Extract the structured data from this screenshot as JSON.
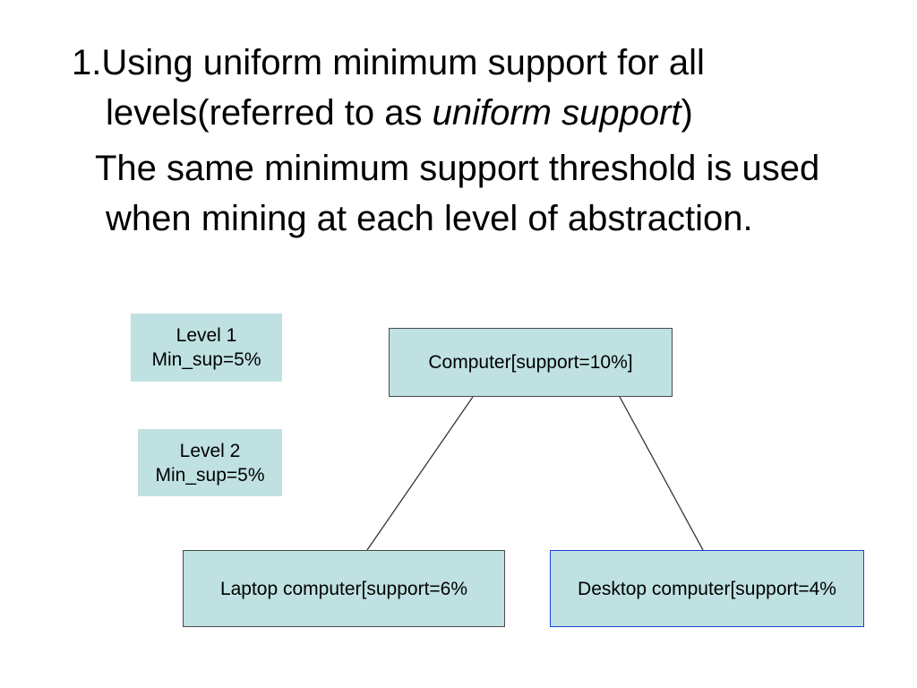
{
  "text": {
    "item1_prefix": "1.Using uniform minimum support for all levels(referred to as ",
    "item1_italic": "uniform support",
    "item1_suffix": ")",
    "item2": "The same minimum support threshold is used when mining at each level of abstraction."
  },
  "legend": {
    "level1": {
      "title": "Level 1",
      "min_sup": "Min_sup=5%"
    },
    "level2": {
      "title": "Level 2",
      "min_sup": "Min_sup=5%"
    }
  },
  "tree": {
    "root": "Computer[support=10%]",
    "children": [
      {
        "label": "Laptop computer[support=6%"
      },
      {
        "label": "Desktop computer[support=4%"
      }
    ]
  },
  "colors": {
    "box_fill": "#bfe1e2",
    "box_border": "#4a4a4a",
    "desktop_border": "#1f3fd6",
    "connector": "#333333"
  }
}
